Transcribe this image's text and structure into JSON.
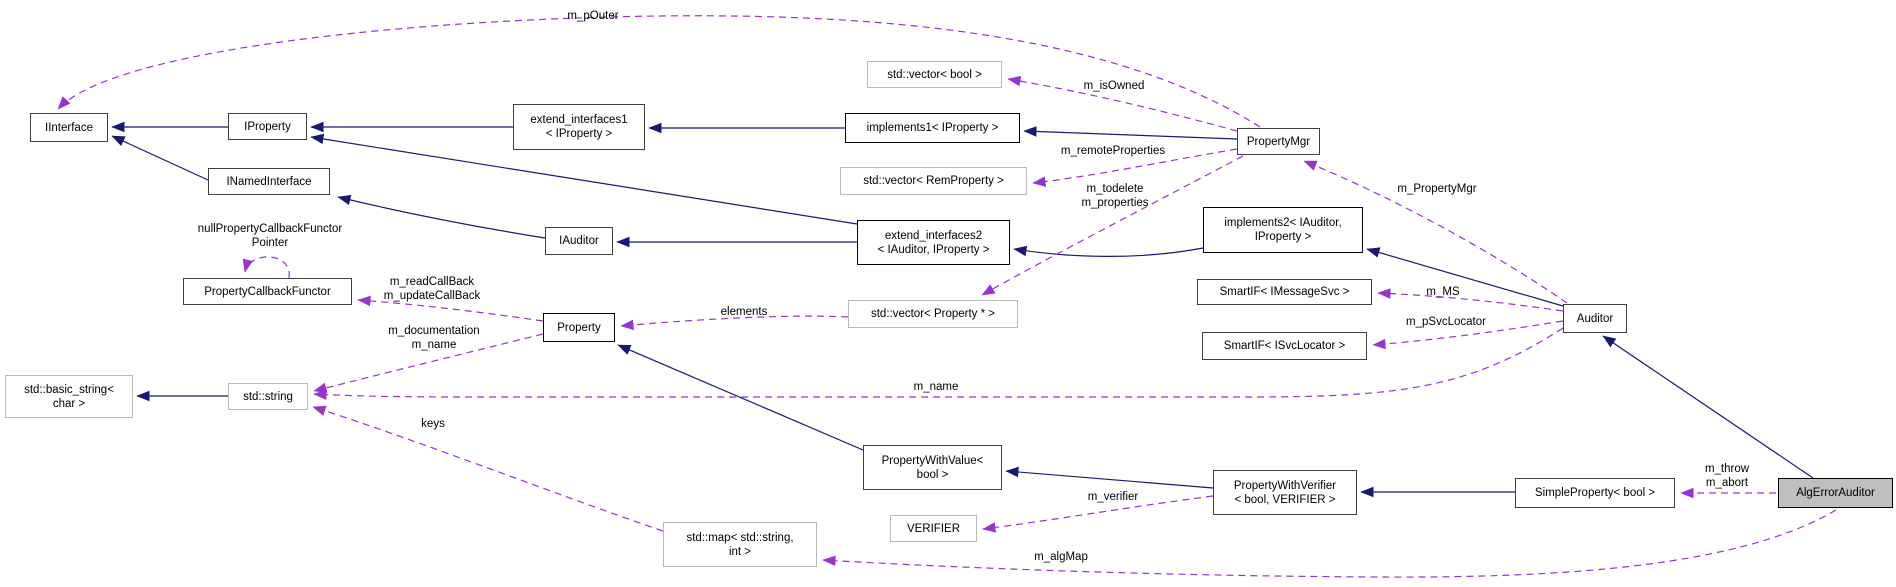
{
  "diagram": {
    "kind": "collaboration-graph",
    "focus_class": "AlgErrorAuditor",
    "colors": {
      "inheritance_edge": "#191970",
      "usage_edge": "#9a32cd",
      "focus_node_fill": "#bfbfbf",
      "template_node_border": "#b9b9b9",
      "class_node_border": "#404040",
      "background": "#ffffff"
    },
    "nodes": {
      "iinterface": {
        "label": "IInterface"
      },
      "iproperty": {
        "label": "IProperty"
      },
      "inamedinterface": {
        "label": "INamedInterface"
      },
      "extend_interfaces1": {
        "label": "extend_interfaces1\n< IProperty >"
      },
      "implements1": {
        "label": "implements1< IProperty >"
      },
      "vector_bool": {
        "label": "std::vector< bool >"
      },
      "vector_remproperty": {
        "label": "std::vector< RemProperty >"
      },
      "propertymgr": {
        "label": "PropertyMgr"
      },
      "iauditor": {
        "label": "IAuditor"
      },
      "extend_interfaces2": {
        "label": "extend_interfaces2\n< IAuditor, IProperty >"
      },
      "implements2": {
        "label": "implements2< IAuditor,\nIProperty >"
      },
      "smartif_imessagesvc": {
        "label": "SmartIF< IMessageSvc >"
      },
      "smartif_isvclocator": {
        "label": "SmartIF< ISvcLocator >"
      },
      "auditor": {
        "label": "Auditor"
      },
      "propertycallbackfunctor": {
        "label": "PropertyCallbackFunctor"
      },
      "property": {
        "label": "Property"
      },
      "vector_property_ptr": {
        "label": "std::vector< Property * >"
      },
      "basic_string": {
        "label": "std::basic_string<\nchar >"
      },
      "std_string": {
        "label": "std::string"
      },
      "propertywithvalue": {
        "label": "PropertyWithValue<\nbool >"
      },
      "verifier": {
        "label": "VERIFIER"
      },
      "std_map": {
        "label": "std::map< std::string,\nint >"
      },
      "propertywithverifier": {
        "label": "PropertyWithVerifier\n< bool, VERIFIER >"
      },
      "simpleproperty": {
        "label": "SimpleProperty< bool >"
      },
      "algerrorauditor": {
        "label": "AlgErrorAuditor"
      }
    },
    "edge_labels": {
      "m_pouter": "m_pOuter",
      "m_isowned": "m_isOwned",
      "m_remoteproperties": "m_remoteProperties",
      "m_todelete_properties": "m_todelete\nm_properties",
      "m_propertymgr": "m_PropertyMgr",
      "m_ms": "m_MS",
      "m_psvclocator": "m_pSvcLocator",
      "m_name_auditor": "m_name",
      "elements": "elements",
      "m_read_update": "m_readCallBack\nm_updateCallBack",
      "m_doc_name": "m_documentation\nm_name",
      "null_functor": "nullPropertyCallbackFunctor\nPointer",
      "keys": "keys",
      "m_verifier": "m_verifier",
      "m_throw_abort": "m_throw\nm_abort",
      "m_algmap": "m_algMap"
    }
  }
}
